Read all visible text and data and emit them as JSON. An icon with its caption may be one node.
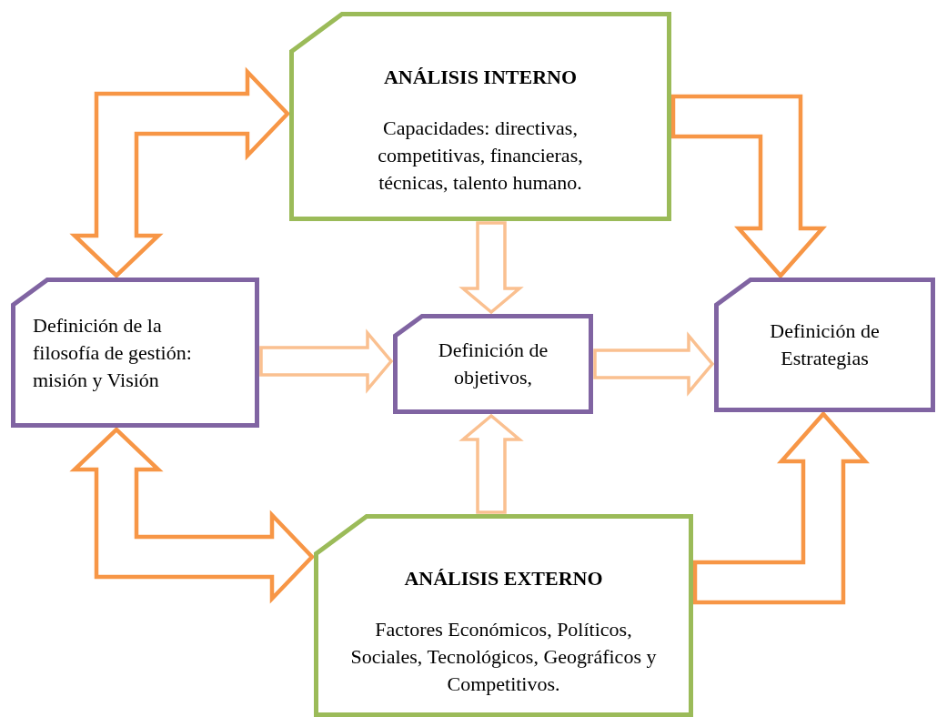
{
  "diagram": {
    "nodes": [
      {
        "text": [
          "ANÁLISIS INTERNO",
          "Capacidades: directivas, competitivas, financieras, técnicas, talento humano."
        ]
      },
      {
        "text": [
          "Definición de la filosofía de gestión: misión y Visión"
        ]
      },
      {
        "text": [
          "Definición de objetivos,"
        ]
      },
      {
        "text": [
          "Definición de Estrategias"
        ]
      },
      {
        "text": [
          "ANÁLISIS EXTERNO",
          "Factores Económicos, Políticos, Sociales, Tecnológicos, Geográficos y Competitivos."
        ]
      }
    ],
    "edges": [
      {
        "from": 1,
        "to": 0,
        "arrow": "both"
      },
      {
        "from": 1,
        "to": 4,
        "arrow": "both"
      },
      {
        "from": 1,
        "to": 2,
        "arrow": "to",
        "color": "#fac090"
      },
      {
        "from": 0,
        "to": 2,
        "arrow": "to",
        "color": "#fac090"
      },
      {
        "from": 4,
        "to": 2,
        "arrow": "to",
        "color": "#fac090"
      },
      {
        "from": 2,
        "to": 3,
        "arrow": "to",
        "color": "#fac090"
      },
      {
        "from": 0,
        "to": 3,
        "arrow": "to"
      },
      {
        "from": 4,
        "to": 3,
        "arrow": "to"
      }
    ]
  }
}
